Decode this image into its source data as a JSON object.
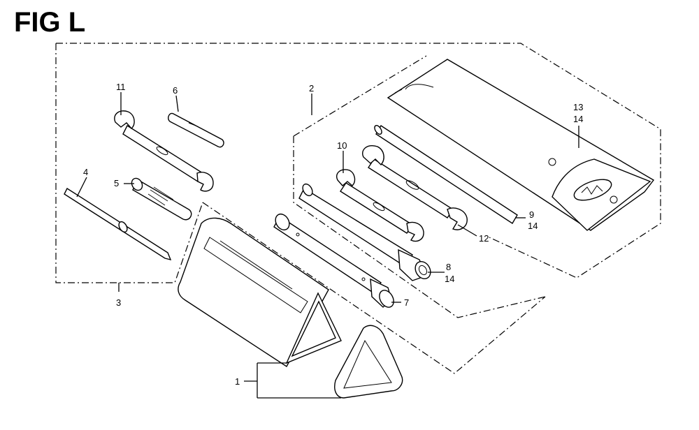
{
  "title": "FIG L",
  "callouts": {
    "c1": "1",
    "c2": "2",
    "c3": "3",
    "c4": "4",
    "c5": "5",
    "c6": "6",
    "c7": "7",
    "c8": "8",
    "c8b": "14",
    "c9": "9",
    "c9b": "14",
    "c10": "10",
    "c11": "11",
    "c12": "12",
    "c13": "13",
    "c13b": "14"
  }
}
